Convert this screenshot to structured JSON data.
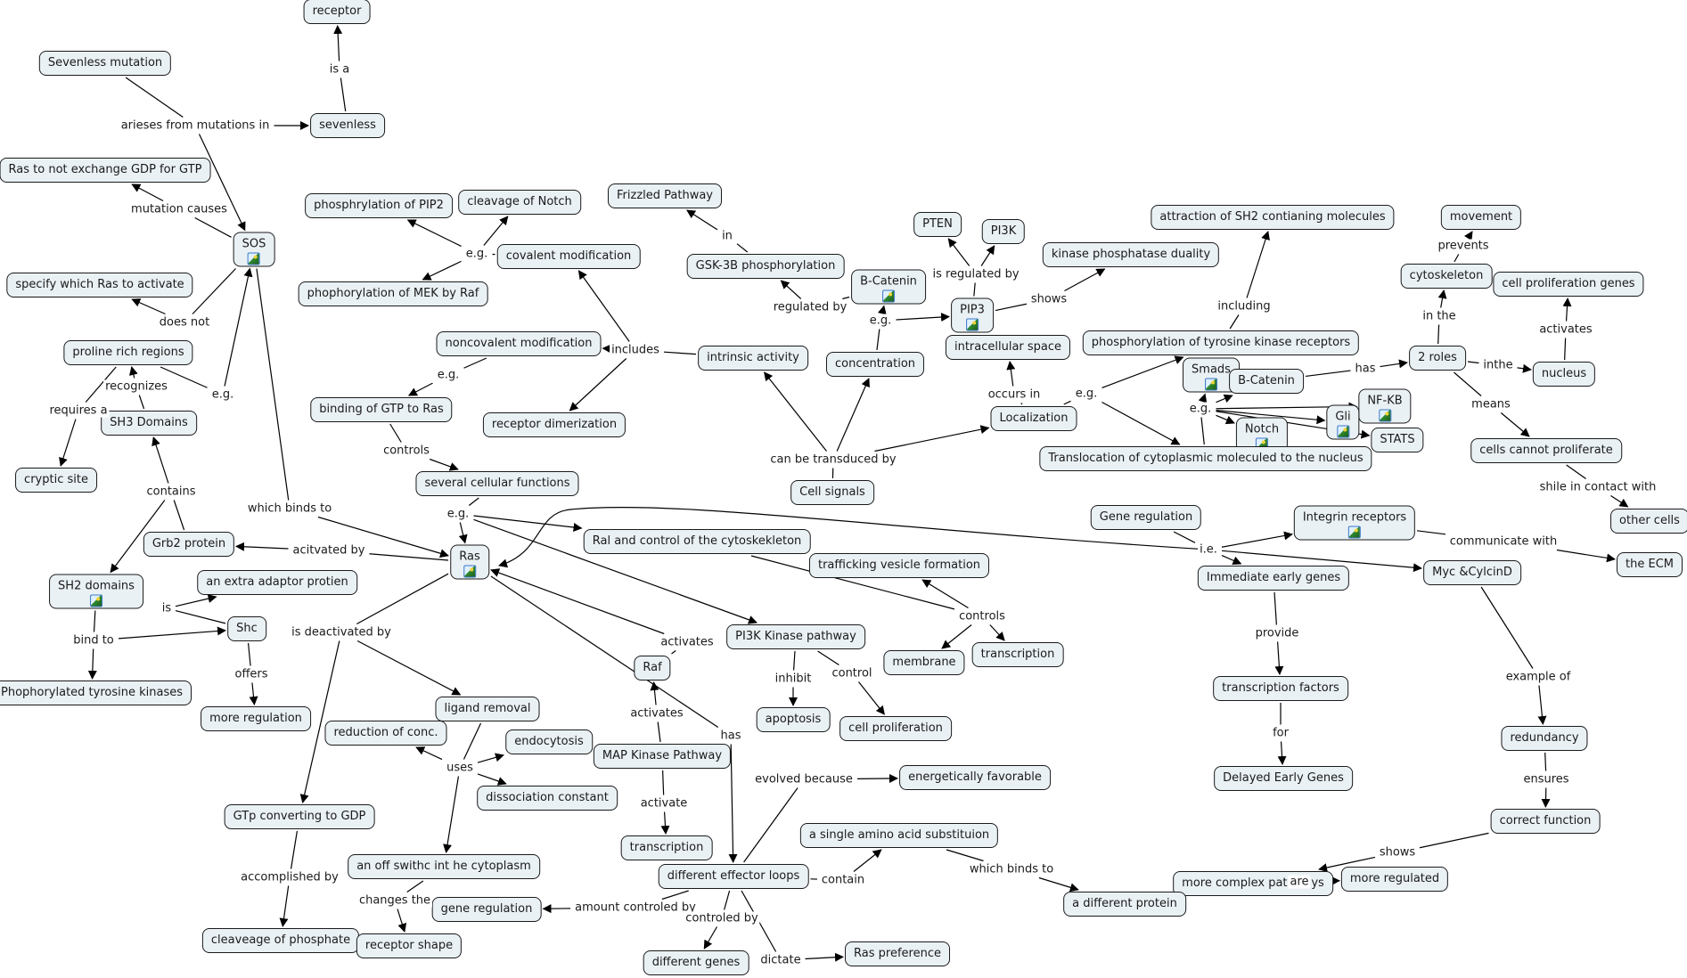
{
  "concept_map": {
    "nodes": [
      {
        "id": "receptor",
        "label": "receptor"
      },
      {
        "id": "sevenless_mutation",
        "label": "Sevenless mutation"
      },
      {
        "id": "sevenless",
        "label": "sevenless"
      },
      {
        "id": "ras_not_exchange",
        "label": "Ras to not exchange GDP for GTP"
      },
      {
        "id": "sos",
        "label": "SOS",
        "image": true
      },
      {
        "id": "phos_pip2",
        "label": "phosphrylation of PIP2"
      },
      {
        "id": "cleavage_notch",
        "label": "cleavage of Notch"
      },
      {
        "id": "covalent_mod",
        "label": "covalent modification"
      },
      {
        "id": "phos_mek",
        "label": "phophorylation of MEK by Raf"
      },
      {
        "id": "specify_ras",
        "label": "specify which Ras to activate"
      },
      {
        "id": "proline",
        "label": "proline rich regions"
      },
      {
        "id": "noncovalent_mod",
        "label": "noncovalent modification"
      },
      {
        "id": "binding_gtp",
        "label": "binding of GTP to Ras"
      },
      {
        "id": "receptor_dimer",
        "label": "receptor dimerization"
      },
      {
        "id": "intrinsic",
        "label": "intrinsic activity"
      },
      {
        "id": "sh3",
        "label": "SH3 Domains"
      },
      {
        "id": "cryptic",
        "label": "cryptic site"
      },
      {
        "id": "several_functions",
        "label": "several cellular functions"
      },
      {
        "id": "frizzled",
        "label": "Frizzled Pathway"
      },
      {
        "id": "gsk3b",
        "label": "GSK-3B phosphorylation"
      },
      {
        "id": "bcatenin_top",
        "label": "B-Catenin",
        "image": true
      },
      {
        "id": "concentration",
        "label": "concentration"
      },
      {
        "id": "cell_signals",
        "label": "Cell signals"
      },
      {
        "id": "pten",
        "label": "PTEN"
      },
      {
        "id": "pi3k",
        "label": "PI3K"
      },
      {
        "id": "pip3",
        "label": "PIP3",
        "image": true
      },
      {
        "id": "intracellular",
        "label": "intracellular space"
      },
      {
        "id": "localization",
        "label": "Localization"
      },
      {
        "id": "kinase_duality",
        "label": "kinase phosphatase duality"
      },
      {
        "id": "attraction_sh2",
        "label": "attraction of SH2 contianing molecules"
      },
      {
        "id": "phos_tyrosine",
        "label": "phosphorylation of tyrosine kinase receptors"
      },
      {
        "id": "smads",
        "label": "Smads",
        "image": true
      },
      {
        "id": "bcatenin_right",
        "label": "B-Catenin"
      },
      {
        "id": "nfkb",
        "label": "NF-KB",
        "image": true
      },
      {
        "id": "gli",
        "label": "Gli",
        "image": true
      },
      {
        "id": "notch",
        "label": "Notch",
        "image": true
      },
      {
        "id": "stats",
        "label": "STATS"
      },
      {
        "id": "translocation",
        "label": "Translocation of cytoplasmic moleculed to the nucleus"
      },
      {
        "id": "movement",
        "label": "movement"
      },
      {
        "id": "cytoskeleton",
        "label": "cytoskeleton"
      },
      {
        "id": "cell_prolif_genes",
        "label": "cell proliferation genes"
      },
      {
        "id": "two_roles",
        "label": "2 roles"
      },
      {
        "id": "nucleus",
        "label": "nucleus"
      },
      {
        "id": "cells_cannot",
        "label": "cells cannot proliferate"
      },
      {
        "id": "other_cells",
        "label": "other cells"
      },
      {
        "id": "ecm",
        "label": "the ECM"
      },
      {
        "id": "gene_regulation_top",
        "label": "Gene regulation"
      },
      {
        "id": "integrin",
        "label": "Integrin receptors",
        "image": true
      },
      {
        "id": "immediate_early",
        "label": "Immediate early genes"
      },
      {
        "id": "myc",
        "label": "Myc &CylcinD"
      },
      {
        "id": "grb2",
        "label": "Grb2 protein"
      },
      {
        "id": "ras",
        "label": "Ras",
        "image": true
      },
      {
        "id": "ral",
        "label": "Ral and control of the cytoskekleton"
      },
      {
        "id": "trafficking",
        "label": "trafficking vesicle formation"
      },
      {
        "id": "sh2",
        "label": "SH2 domains",
        "image": true
      },
      {
        "id": "extra_adaptor",
        "label": "an extra adaptor protien"
      },
      {
        "id": "shc",
        "label": "Shc"
      },
      {
        "id": "pi3k_pathway",
        "label": "PI3K Kinase pathway"
      },
      {
        "id": "raf",
        "label": "Raf"
      },
      {
        "id": "membrane",
        "label": "membrane"
      },
      {
        "id": "transcription_right",
        "label": "transcription"
      },
      {
        "id": "phos_tyr_kinases",
        "label": "Phophorylated tyrosine kinases"
      },
      {
        "id": "more_regulation",
        "label": "more regulation"
      },
      {
        "id": "ligand_removal",
        "label": "ligand removal"
      },
      {
        "id": "apoptosis",
        "label": "apoptosis"
      },
      {
        "id": "cell_prolif",
        "label": "cell proliferation"
      },
      {
        "id": "reduction_conc",
        "label": "reduction of conc."
      },
      {
        "id": "endocytosis",
        "label": "endocytosis"
      },
      {
        "id": "map_kinase",
        "label": "MAP Kinase Pathway"
      },
      {
        "id": "dissociation",
        "label": "dissociation constant"
      },
      {
        "id": "energetically",
        "label": "energetically favorable"
      },
      {
        "id": "gtp_gdp",
        "label": "GTp converting to GDP"
      },
      {
        "id": "correct_function",
        "label": "correct function"
      },
      {
        "id": "single_amino",
        "label": "a single amino acid substituion"
      },
      {
        "id": "transcription_bottom",
        "label": "transcription"
      },
      {
        "id": "off_switch",
        "label": "an off swithc int he cytoplasm"
      },
      {
        "id": "effector_loops",
        "label": "different effector loops"
      },
      {
        "id": "more_complex",
        "label": "more complex pathways"
      },
      {
        "id": "more_regulated",
        "label": "more regulated"
      },
      {
        "id": "different_protein",
        "label": "a different protein"
      },
      {
        "id": "gene_regulation_low",
        "label": "gene regulation"
      },
      {
        "id": "cleaveage_phosphate",
        "label": "cleaveage of phosphate"
      },
      {
        "id": "receptor_shape",
        "label": "receptor shape"
      },
      {
        "id": "ras_preference",
        "label": "Ras preference"
      },
      {
        "id": "different_genes",
        "label": "different genes"
      },
      {
        "id": "transcription_factors",
        "label": "transcription factors"
      },
      {
        "id": "delayed_early",
        "label": "Delayed Early Genes"
      },
      {
        "id": "redundancy",
        "label": "redundancy"
      }
    ],
    "links": [
      {
        "id": "l_is_a",
        "label": "is a",
        "from": [
          "sevenless"
        ],
        "to": [
          "receptor"
        ]
      },
      {
        "id": "l_arieses",
        "label": "arieses from mutations in",
        "from": [
          "sevenless_mutation"
        ],
        "to": [
          "sevenless",
          "sos"
        ]
      },
      {
        "id": "l_mutation_causes",
        "label": "mutation causes",
        "from": [
          "sos"
        ],
        "to": [
          "ras_not_exchange"
        ]
      },
      {
        "id": "l_does_not",
        "label": "does not",
        "from": [
          "sos"
        ],
        "to": [
          "specify_ras"
        ]
      },
      {
        "id": "l_eg_proline",
        "label": "e.g.",
        "from": [
          "proline"
        ],
        "to": [
          "sos"
        ]
      },
      {
        "id": "l_recognizes",
        "label": "recognizes",
        "from": [
          "sh3"
        ],
        "to": [
          "proline"
        ]
      },
      {
        "id": "l_requires",
        "label": "requires a",
        "from": [
          "proline"
        ],
        "to": [
          "cryptic"
        ]
      },
      {
        "id": "l_contains",
        "label": "contains",
        "from": [
          "grb2"
        ],
        "to": [
          "sh3",
          "sh2"
        ]
      },
      {
        "id": "l_which_binds_sos",
        "label": "which binds to",
        "from": [
          "sos"
        ],
        "to": [
          "ras"
        ]
      },
      {
        "id": "l_activated_by",
        "label": "acitvated by",
        "from": [
          "ras"
        ],
        "to": [
          "grb2"
        ]
      },
      {
        "id": "l_is_shc",
        "label": "is",
        "from": [
          "shc"
        ],
        "to": [
          "extra_adaptor"
        ]
      },
      {
        "id": "l_bind_to",
        "label": "bind to",
        "from": [
          "sh2"
        ],
        "to": [
          "shc",
          "phos_tyr_kinases"
        ]
      },
      {
        "id": "l_offers",
        "label": "offers",
        "from": [
          "shc"
        ],
        "to": [
          "more_regulation"
        ]
      },
      {
        "id": "l_eg_covalent",
        "label": "e.g.",
        "from": [
          "covalent_mod"
        ],
        "to": [
          "phos_pip2",
          "cleavage_notch",
          "phos_mek"
        ]
      },
      {
        "id": "l_includes",
        "label": "includes",
        "from": [
          "intrinsic"
        ],
        "to": [
          "covalent_mod",
          "noncovalent_mod",
          "receptor_dimer"
        ]
      },
      {
        "id": "l_eg_noncovalent",
        "label": "e.g.",
        "from": [
          "noncovalent_mod"
        ],
        "to": [
          "binding_gtp"
        ]
      },
      {
        "id": "l_controls_gtp",
        "label": "controls",
        "from": [
          "binding_gtp"
        ],
        "to": [
          "several_functions"
        ]
      },
      {
        "id": "l_eg_functions",
        "label": "e.g.",
        "from": [
          "several_functions"
        ],
        "to": [
          "ras",
          "ral",
          "pi3k_pathway"
        ]
      },
      {
        "id": "l_in_frizzled",
        "label": "in",
        "from": [
          "gsk3b"
        ],
        "to": [
          "frizzled"
        ]
      },
      {
        "id": "l_regulated_by",
        "label": "regulated by",
        "from": [
          "bcatenin_top"
        ],
        "to": [
          "gsk3b"
        ]
      },
      {
        "id": "l_eg_conc",
        "label": "e.g.",
        "from": [
          "concentration"
        ],
        "to": [
          "bcatenin_top",
          "pip3"
        ]
      },
      {
        "id": "l_is_regulated_by",
        "label": "is regulated by",
        "from": [
          "pip3"
        ],
        "to": [
          "pten",
          "pi3k"
        ]
      },
      {
        "id": "l_shows_pip3",
        "label": "shows",
        "from": [
          "pip3"
        ],
        "to": [
          "kinase_duality"
        ]
      },
      {
        "id": "l_transduced",
        "label": "can be transduced by",
        "from": [
          "cell_signals"
        ],
        "to": [
          "intrinsic",
          "concentration",
          "localization"
        ]
      },
      {
        "id": "l_occurs_in",
        "label": "occurs in",
        "from": [
          "localization"
        ],
        "to": [
          "intracellular"
        ]
      },
      {
        "id": "l_eg_localization",
        "label": "e.g.",
        "from": [
          "localization"
        ],
        "to": [
          "phos_tyrosine",
          "translocation"
        ]
      },
      {
        "id": "l_including",
        "label": "including",
        "from": [
          "phos_tyrosine"
        ],
        "to": [
          "attraction_sh2"
        ]
      },
      {
        "id": "l_eg_translocation",
        "label": "e.g.",
        "from": [
          "translocation"
        ],
        "to": [
          "smads",
          "bcatenin_right",
          "nfkb",
          "gli",
          "notch",
          "stats"
        ]
      },
      {
        "id": "l_has_roles",
        "label": "has",
        "from": [
          "bcatenin_right"
        ],
        "to": [
          "two_roles"
        ]
      },
      {
        "id": "l_in_the",
        "label": "in the",
        "from": [
          "two_roles"
        ],
        "to": [
          "cytoskeleton"
        ]
      },
      {
        "id": "l_prevents",
        "label": "prevents",
        "from": [
          "cytoskeleton"
        ],
        "to": [
          "movement"
        ]
      },
      {
        "id": "l_inthe",
        "label": "inthe",
        "from": [
          "two_roles"
        ],
        "to": [
          "nucleus"
        ]
      },
      {
        "id": "l_activates_nucleus",
        "label": "activates",
        "from": [
          "nucleus"
        ],
        "to": [
          "cell_prolif_genes"
        ]
      },
      {
        "id": "l_means",
        "label": "means",
        "from": [
          "two_roles"
        ],
        "to": [
          "cells_cannot"
        ]
      },
      {
        "id": "l_shile",
        "label": "shile in contact with",
        "from": [
          "cells_cannot"
        ],
        "to": [
          "other_cells"
        ]
      },
      {
        "id": "l_communicate",
        "label": "communicate with",
        "from": [
          "integrin"
        ],
        "to": [
          "ecm"
        ]
      },
      {
        "id": "l_ie",
        "label": "i.e.",
        "from": [
          "gene_regulation_top"
        ],
        "to": [
          "integrin",
          "immediate_early",
          "myc",
          "ras"
        ]
      },
      {
        "id": "l_provide",
        "label": "provide",
        "from": [
          "immediate_early"
        ],
        "to": [
          "transcription_factors"
        ]
      },
      {
        "id": "l_for",
        "label": "for",
        "from": [
          "transcription_factors"
        ],
        "to": [
          "delayed_early"
        ]
      },
      {
        "id": "l_example_of",
        "label": "example of",
        "from": [
          "myc"
        ],
        "to": [
          "redundancy"
        ]
      },
      {
        "id": "l_ensures",
        "label": "ensures",
        "from": [
          "redundancy"
        ],
        "to": [
          "correct_function"
        ]
      },
      {
        "id": "l_shows_complex",
        "label": "shows",
        "from": [
          "correct_function"
        ],
        "to": [
          "more_complex"
        ]
      },
      {
        "id": "l_are",
        "label": "are",
        "from": [
          "more_complex"
        ],
        "to": [
          "more_regulated"
        ]
      },
      {
        "id": "l_controls_ral",
        "label": "controls",
        "from": [
          "ral"
        ],
        "to": [
          "trafficking",
          "membrane",
          "transcription_right"
        ]
      },
      {
        "id": "l_activates_raf",
        "label": "activates",
        "from": [
          "raf"
        ],
        "to": [
          "ras"
        ]
      },
      {
        "id": "l_inhibit",
        "label": "inhibit",
        "from": [
          "pi3k_pathway"
        ],
        "to": [
          "apoptosis"
        ]
      },
      {
        "id": "l_control_pi3k",
        "label": "control",
        "from": [
          "pi3k_pathway"
        ],
        "to": [
          "cell_prolif"
        ]
      },
      {
        "id": "l_deactivated",
        "label": "is deactivated by",
        "from": [
          "ras"
        ],
        "to": [
          "ligand_removal",
          "gtp_gdp"
        ]
      },
      {
        "id": "l_uses",
        "label": "uses",
        "from": [
          "ligand_removal"
        ],
        "to": [
          "reduction_conc",
          "endocytosis",
          "dissociation",
          "off_switch"
        ]
      },
      {
        "id": "l_activates_map",
        "label": "activates",
        "from": [
          "map_kinase"
        ],
        "to": [
          "raf"
        ]
      },
      {
        "id": "l_activate_transcription",
        "label": "activate",
        "from": [
          "map_kinase"
        ],
        "to": [
          "transcription_bottom"
        ]
      },
      {
        "id": "l_has_loops",
        "label": "has",
        "from": [
          "ras"
        ],
        "to": [
          "effector_loops"
        ]
      },
      {
        "id": "l_evolved",
        "label": "evolved because",
        "from": [
          "effector_loops"
        ],
        "to": [
          "energetically"
        ]
      },
      {
        "id": "l_contain",
        "label": "contain",
        "from": [
          "effector_loops"
        ],
        "to": [
          "single_amino"
        ]
      },
      {
        "id": "l_which_binds_amino",
        "label": "which binds to",
        "from": [
          "single_amino"
        ],
        "to": [
          "different_protein"
        ]
      },
      {
        "id": "l_accomplished",
        "label": "accomplished by",
        "from": [
          "gtp_gdp"
        ],
        "to": [
          "cleaveage_phosphate"
        ]
      },
      {
        "id": "l_changes",
        "label": "changes the",
        "from": [
          "off_switch"
        ],
        "to": [
          "receptor_shape"
        ]
      },
      {
        "id": "l_amount",
        "label": "amount controled by",
        "from": [
          "effector_loops"
        ],
        "to": [
          "gene_regulation_low"
        ]
      },
      {
        "id": "l_controled_by",
        "label": "controled by",
        "from": [
          "effector_loops"
        ],
        "to": [
          "different_genes"
        ]
      },
      {
        "id": "l_dictate",
        "label": "dictate",
        "from": [
          "effector_loops"
        ],
        "to": [
          "ras_preference"
        ]
      }
    ]
  }
}
